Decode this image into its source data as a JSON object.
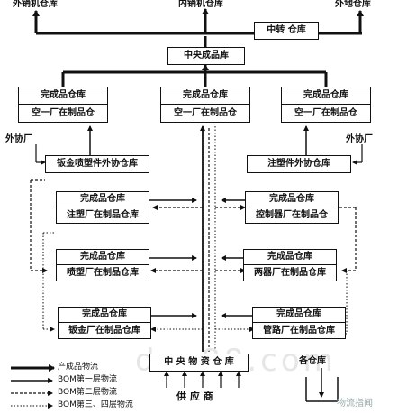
{
  "top": {
    "export_warehouse": "外销机仓库",
    "domestic_warehouse": "内销机仓库",
    "local_warehouse": "外地仓库",
    "transfer_warehouse": "中转 仓库"
  },
  "central_finished": "中央成品库",
  "factory_blocks": [
    {
      "top": "完成品仓库",
      "bottom": "空一厂在制品仓"
    },
    {
      "top": "完成品仓库",
      "bottom": "空一厂在制品仓"
    },
    {
      "top": "完成品仓库",
      "bottom": "空一厂在制品仓"
    }
  ],
  "outsource": {
    "left_label": "外协厂",
    "right_label": "外协厂",
    "left_box": "钣金喷塑件外协仓库",
    "right_box": "注塑件外协仓库"
  },
  "sub_factories": [
    {
      "top": "完成品仓库",
      "bottom": "注塑厂在制品仓库"
    },
    {
      "top": "完成品仓库",
      "bottom": "控制器厂在制品仓"
    },
    {
      "top": "完成品仓库",
      "bottom": "喷塑厂在制品仓库"
    },
    {
      "top": "完成品仓库",
      "bottom": "两器厂在制品仓库"
    },
    {
      "top": "完成品仓库",
      "bottom": "钣金厂在制品仓库"
    },
    {
      "top": "完成品仓库",
      "bottom": "管路厂在制品仓库"
    }
  ],
  "central_materials": "中 央 物 资 仓 库",
  "supplier": "供 应 商",
  "legend": [
    "产成品物流",
    "BOM第一层物流",
    "BOM第二层物流",
    "BOM第三、四层物流"
  ],
  "warehouse_label": "各仓库",
  "watermark": "doc88.com",
  "badge": "物流指闻"
}
